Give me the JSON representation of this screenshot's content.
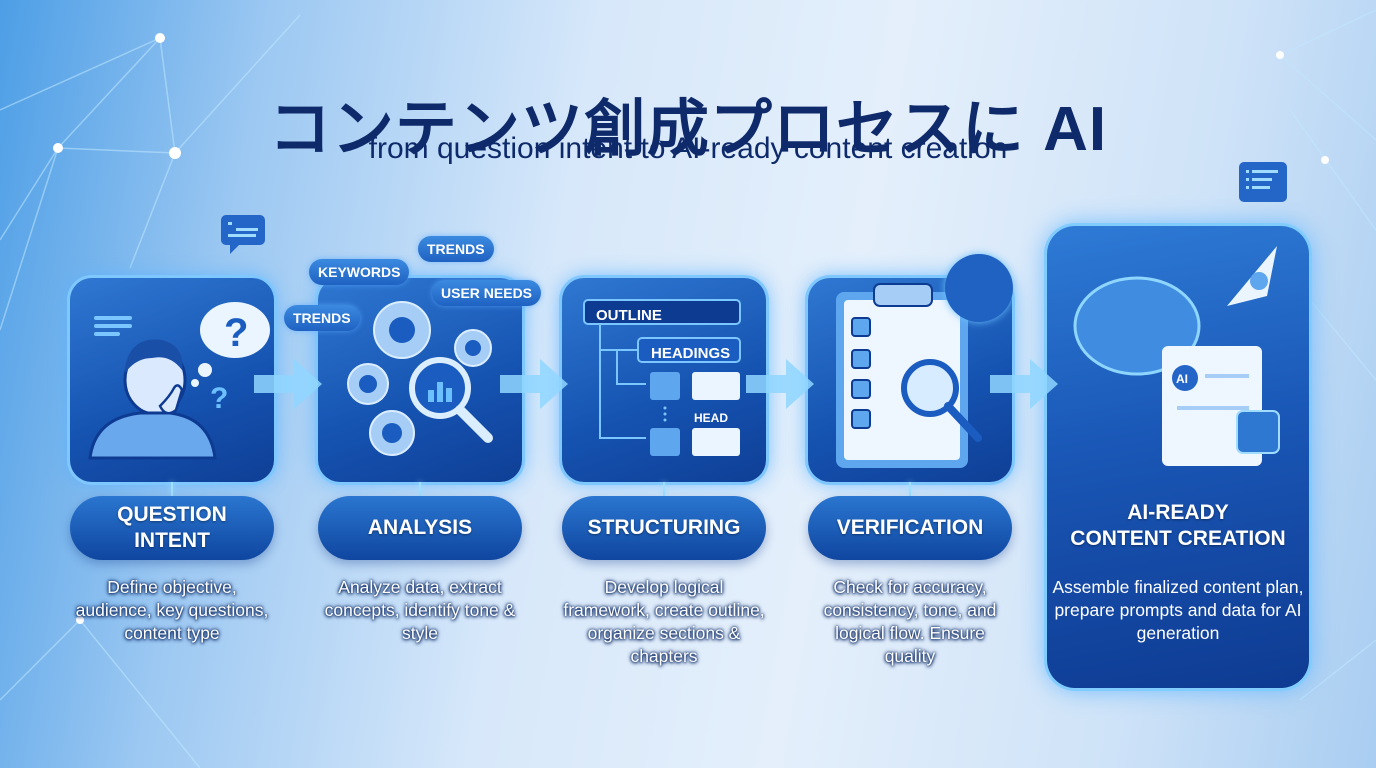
{
  "header": {
    "title": "コンテンツ創成プロセスに AI",
    "subtitle": "from question intent to AI-ready content creation"
  },
  "steps": [
    {
      "label": "QUESTION\nINTENT",
      "label_line1": "QUESTION",
      "label_line2": "INTENT",
      "description": "Define objective, audience, key questions, content type",
      "icon": "thinking-person-icon"
    },
    {
      "label": "ANALYSIS",
      "description": "Analyze data, extract concepts, identify tone & style",
      "icon": "gears-magnifier-icon",
      "bubbles": [
        "KEYWORDS",
        "TRENDS",
        "USER NEEDS",
        "TRENDS"
      ]
    },
    {
      "label": "STRUCTURING",
      "description": "Develop logical framework, create outline, organize sections & chapters",
      "icon": "outline-tree-icon",
      "tags": [
        "OUTLINE",
        "HEADINGS",
        "HEAD"
      ]
    },
    {
      "label": "VERIFICATION",
      "description": "Check for accuracy, consistency, tone, and logical flow. Ensure quality",
      "icon": "checklist-clipboard-icon"
    },
    {
      "label": "AI-READY\nCONTENT CREATION",
      "label_line1": "AI-READY",
      "label_line2": "CONTENT CREATION",
      "description": "Assemble finalized content plan, prepare prompts and data for AI generation",
      "icon": "ai-brain-rocket-icon",
      "badge": "AI"
    }
  ],
  "colors": {
    "title": "#0e2a6b",
    "card": "#1552b0",
    "card_glow": "#7fc8ff",
    "pill": "#0f46a0"
  }
}
